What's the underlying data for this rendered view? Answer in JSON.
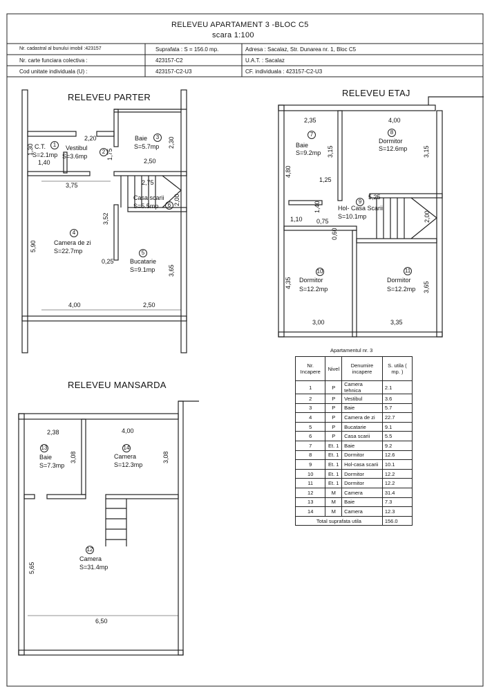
{
  "header": {
    "title": "RELEVEU APARTAMENT 3 -BLOC C5",
    "scale": "scara 1:100",
    "rows": [
      [
        "Nr. cadastral al bunului imobil :423157",
        "Suprafata : S = 156.0 mp.",
        "Adresa : Sacalaz, Str. Dunarea nr. 1, Bloc C5"
      ],
      [
        "Nr. carte funciara colectiva :",
        "423157-C2",
        "U.A.T. : Sacalaz"
      ],
      [
        "Cod unitate individuala (U) :",
        "423157-C2-U3",
        "CF. individuala : 423157-C2-U3"
      ]
    ]
  },
  "parter": {
    "title": "RELEVEU PARTER",
    "rooms": [
      {
        "n": "1",
        "name": "C.T.",
        "area": "S=2.1mp"
      },
      {
        "n": "2",
        "name": "Vestibul",
        "area": "S=3.6mp"
      },
      {
        "n": "3",
        "name": "Baie",
        "area": "S=5.7mp"
      },
      {
        "n": "4",
        "name": "Camera de zi",
        "area": "S=22.7mp"
      },
      {
        "n": "5",
        "name": "Bucatarie",
        "area": "S=9.1mp"
      },
      {
        "n": "6",
        "name": "Casa scarii",
        "area": "S=5.5mp"
      }
    ],
    "dims": [
      "2,20",
      "1,30",
      "1,40",
      "1,75",
      "2,30",
      "2,50",
      "3,75",
      "2,75",
      "2,00",
      "3,52",
      "5,90",
      "0,25",
      "3,65",
      "4,00",
      "2,50"
    ]
  },
  "etaj": {
    "title": "RELEVEU ETAJ",
    "rooms": [
      {
        "n": "7",
        "name": "Baie",
        "area": "S=9.2mp"
      },
      {
        "n": "8",
        "name": "Dormitor",
        "area": "S=12.6mp"
      },
      {
        "n": "9",
        "name": "Hol- Casa Scarii",
        "area": "S=10.1mp"
      },
      {
        "n": "10",
        "name": "Dormitor",
        "area": "S=12.2mp"
      },
      {
        "n": "11",
        "name": "Dormitor",
        "area": "S=12.2mp"
      }
    ],
    "dims": [
      "2,35",
      "4,00",
      "3,15",
      "3,15",
      "4,80",
      "1,25",
      "5,25",
      "1,40",
      "1,10",
      "0,75",
      "0,60",
      "2,00",
      "4,35",
      "3,65",
      "3,00",
      "3,35"
    ]
  },
  "mansarda": {
    "title": "RELEVEU MANSARDA",
    "rooms": [
      {
        "n": "13",
        "name": "Baie",
        "area": "S=7.3mp"
      },
      {
        "n": "14",
        "name": "Camera",
        "area": "S=12.3mp"
      },
      {
        "n": "12",
        "name": "Camera",
        "area": "S=31.4mp"
      }
    ],
    "dims": [
      "2,38",
      "4,00",
      "3,08",
      "3,08",
      "5,65",
      "6,50"
    ]
  },
  "table": {
    "caption": "Apartamentul nr. 3",
    "headers": [
      "Nr. Incapere",
      "Nivel",
      "Denumire incapere",
      "S. utila ( mp. )"
    ],
    "rows": [
      [
        "1",
        "P",
        "Camera tehnica",
        "2.1"
      ],
      [
        "2",
        "P",
        "Vestibul",
        "3.6"
      ],
      [
        "3",
        "P",
        "Baie",
        "5.7"
      ],
      [
        "4",
        "P",
        "Camera de zi",
        "22.7"
      ],
      [
        "5",
        "P",
        "Bucatarie",
        "9.1"
      ],
      [
        "6",
        "P",
        "Casa scarii",
        "5.5"
      ],
      [
        "7",
        "Et. 1",
        "Baie",
        "9.2"
      ],
      [
        "8",
        "Et. 1",
        "Dormitor",
        "12.6"
      ],
      [
        "9",
        "Et. 1",
        "Hol-casa scarii",
        "10.1"
      ],
      [
        "10",
        "Et. 1",
        "Dormitor",
        "12.2"
      ],
      [
        "11",
        "Et. 1",
        "Dormitor",
        "12.2"
      ],
      [
        "12",
        "M",
        "Camera",
        "31.4"
      ],
      [
        "13",
        "M",
        "Baie",
        "7.3"
      ],
      [
        "14",
        "M",
        "Camera",
        "12.3"
      ]
    ],
    "total_label": "Total suprafata utila",
    "total": "156.0"
  }
}
